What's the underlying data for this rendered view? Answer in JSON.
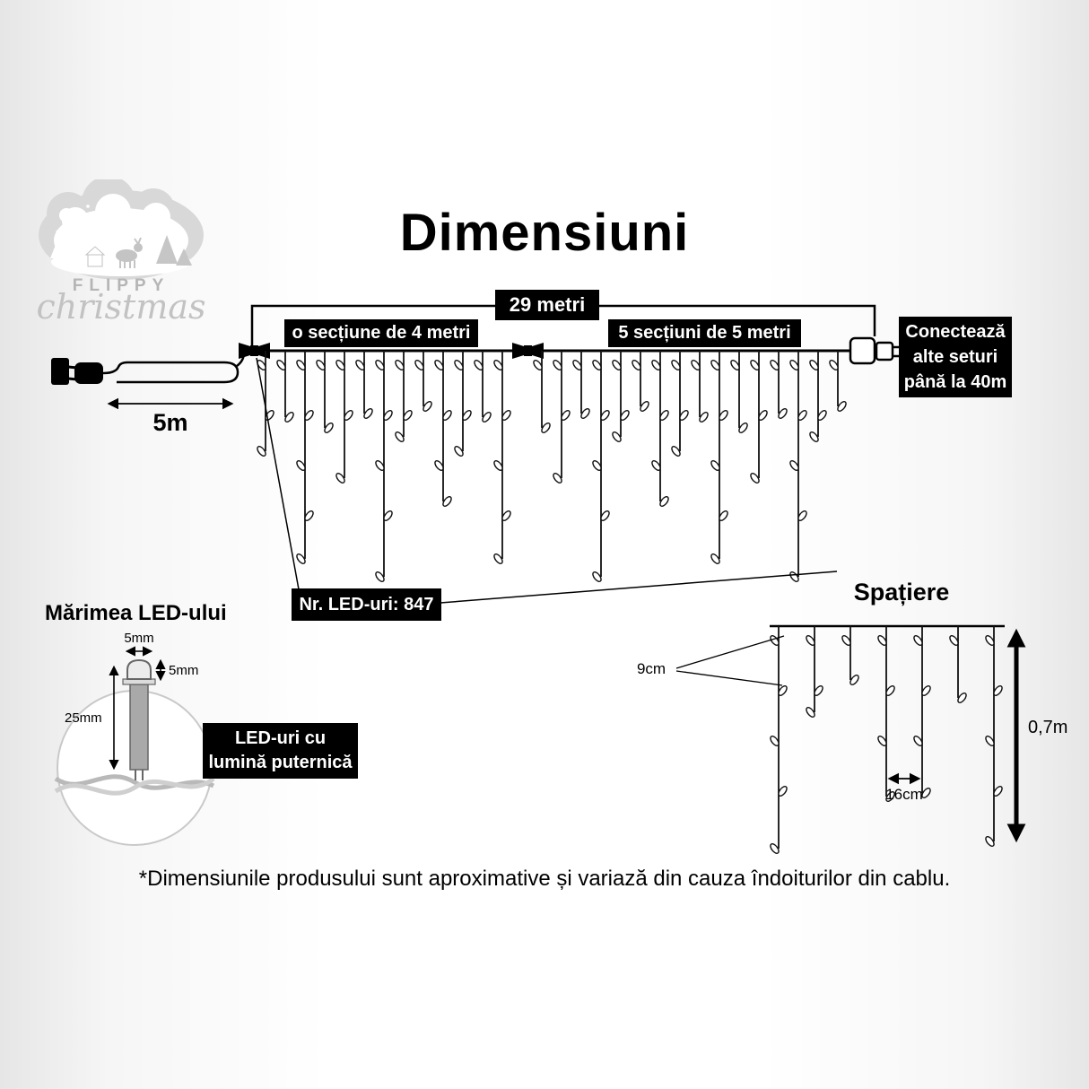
{
  "page": {
    "title": "Dimensiuni",
    "disclaimer": "*Dimensiunile produsului sunt aproximative și variază din cauza îndoiturilor din cablu."
  },
  "logo": {
    "brand": "FLIPPY",
    "script": "christmas"
  },
  "main_diagram": {
    "total_length": "29 metri",
    "section_left": "o secțiune de 4 metri",
    "section_right": "5 secțiuni de 5 metri",
    "connect_note": "Conectează alte seturi până la 40m",
    "lead_length": "5m",
    "led_count": "Nr. LED-uri: 847"
  },
  "led_size": {
    "title": "Mărimea LED-ului",
    "bulb_width": "5mm",
    "bulb_height": "5mm",
    "led_length": "25mm",
    "feature": "LED-uri cu lumină puternică"
  },
  "spacing": {
    "title": "Spațiere",
    "led_spacing": "9cm",
    "drop_spacing": "16cm",
    "drop_height": "0,7m"
  }
}
